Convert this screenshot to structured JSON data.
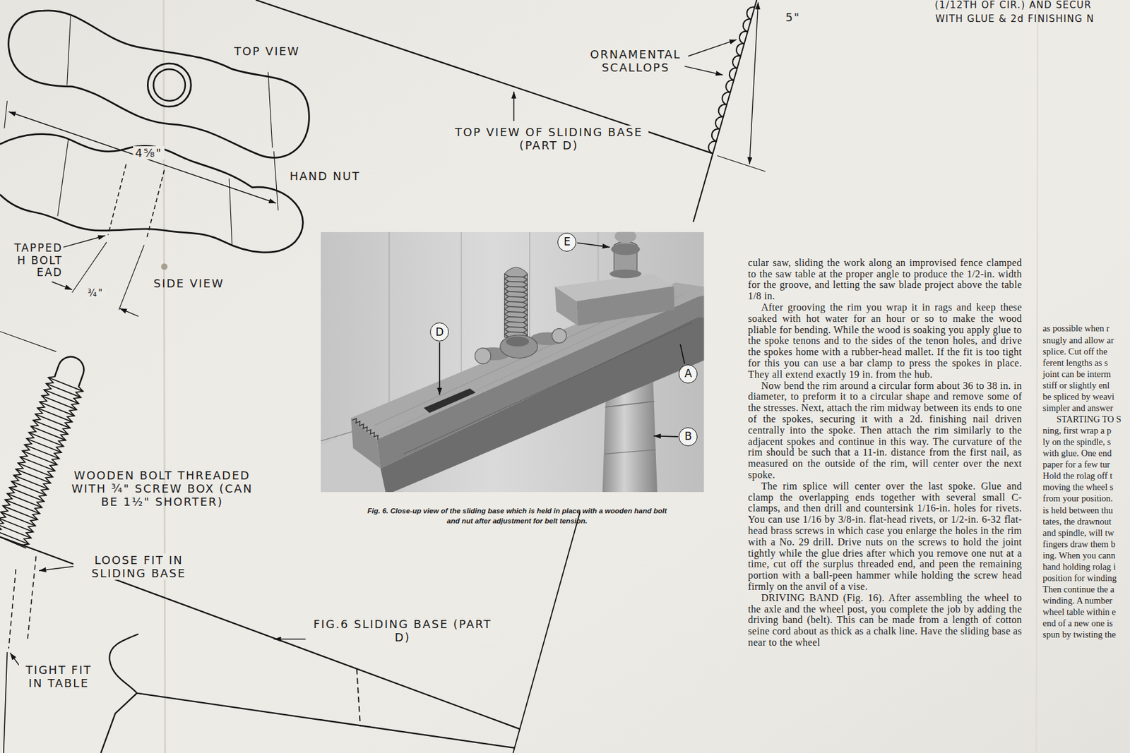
{
  "diagram": {
    "caption": "Fig. 6. Close-up view of the sliding base which is held in place with a wooden hand bolt and nut after adjustment for belt tension.",
    "nodes": [
      {
        "text": [
          "E"
        ]
      },
      {
        "text": [
          "D"
        ]
      },
      {
        "text": [
          "A"
        ]
      },
      {
        "text": [
          "B"
        ]
      }
    ],
    "labels": [
      "(1/12TH OF CIR.) AND SECUR",
      "WITH GLUE & 2d FINISHING N",
      "5\"",
      "ORNAMENTAL SCALLOPS",
      "TOP VIEW OF SLIDING BASE (PART D)",
      "TOP VIEW",
      "4⅝\"",
      "HAND NUT",
      "TAPPED H BOLT EAD",
      "SIDE VIEW",
      "¾\"",
      "WOODEN BOLT THREADED WITH ¾\" SCREW BOX (CAN BE 1½\" SHORTER)",
      "LOOSE FIT IN SLIDING BASE",
      "TIGHT FIT IN TABLE",
      "FIG.6 SLIDING BASE (PART D)",
      "cular saw, sliding the work along an improvised fence clamped to the saw table at the proper angle to produce the 1/2-in. width for the groove, and letting the saw blade project above the table 1/8 in.",
      "After grooving the rim you wrap it in rags and keep these soaked with hot water for an hour or so to make the wood pliable for bending. While the wood is soaking you apply glue to the spoke tenons and to the sides of the tenon holes, and drive the spokes home with a rubber-head mallet. If the fit is too tight for this you can use a bar clamp to press the spokes in place. They all extend exactly 19 in. from the hub.",
      "Now bend the rim around a circular form about 36 to 38 in. in diameter, to preform it to a circular shape and remove some of the stresses. Next, attach the rim midway between its ends to one of the spokes, securing it with a 2d. finishing nail driven centrally into the spoke. Then attach the rim similarly to the adjacent spokes and continue in this way. The curvature of the rim should be such that a 11-in. distance from the first nail, as measured on the outside of the rim, will center over the next spoke.",
      "The rim splice will center over the last spoke. Glue and clamp the overlapping ends together with several small C-clamps, and then drill and countersink 1/16-in. holes for rivets. You can use 1/16 by 3/8-in. flat-head rivets, or 1/2-in. 6-32 flat-head brass screws in which case you enlarge the holes in the rim with a No. 29 drill. Drive nuts on the screws to hold the joint tightly while the glue dries after which you remove one nut at a time, cut off the surplus threaded end, and peen the remaining portion with a ball-peen hammer while holding the screw head firmly on the anvil of a vise.",
      "DRIVING BAND (Fig. 16). After assembling the wheel to the axle and the wheel post, you complete the job by adding the driving band (belt). This can be made from a length of cotton seine cord about as thick as a chalk line. Have the sliding base as near to the wheel",
      "as possible when r",
      "snugly and allow ar",
      "splice. Cut off the",
      "ferent lengths as s",
      "joint can be interm",
      "stiff or slightly enl",
      "be spliced by weavi",
      "simpler and answer",
      "STARTING TO S",
      "ning, first wrap a p",
      "ly on the spindle, s",
      "with glue. One end",
      "paper for a few tur",
      "Hold the rolag off t",
      "moving the wheel s",
      "from your position.",
      "is held between thu",
      "tates, the drawnout",
      "and spindle, will tw",
      "fingers draw them b",
      "ing. When you cann",
      "hand holding rolag i",
      "position for winding",
      "Then continue the a",
      "winding. A number",
      "wheel table within e",
      "end of a new one is",
      "spun by twisting the"
    ]
  }
}
